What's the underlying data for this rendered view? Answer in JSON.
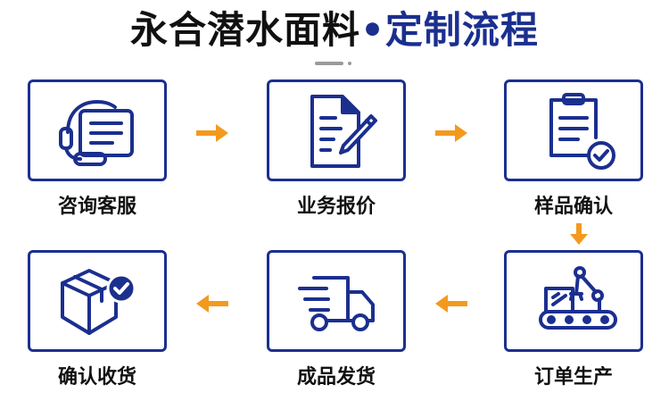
{
  "title": {
    "main": "永合潜水面料",
    "separator": "•",
    "highlight": "定制流程"
  },
  "colors": {
    "primary": "#1b2f8f",
    "accent": "#f39a1e",
    "text": "#111111"
  },
  "steps": [
    {
      "label": "咨询客服",
      "icon": "customer-service-headset-icon"
    },
    {
      "label": "业务报价",
      "icon": "document-pen-icon"
    },
    {
      "label": "样品确认",
      "icon": "clipboard-check-icon"
    },
    {
      "label": "订单生产",
      "icon": "factory-robot-arm-icon"
    },
    {
      "label": "成品发货",
      "icon": "delivery-truck-icon"
    },
    {
      "label": "确认收货",
      "icon": "package-check-icon"
    }
  ]
}
